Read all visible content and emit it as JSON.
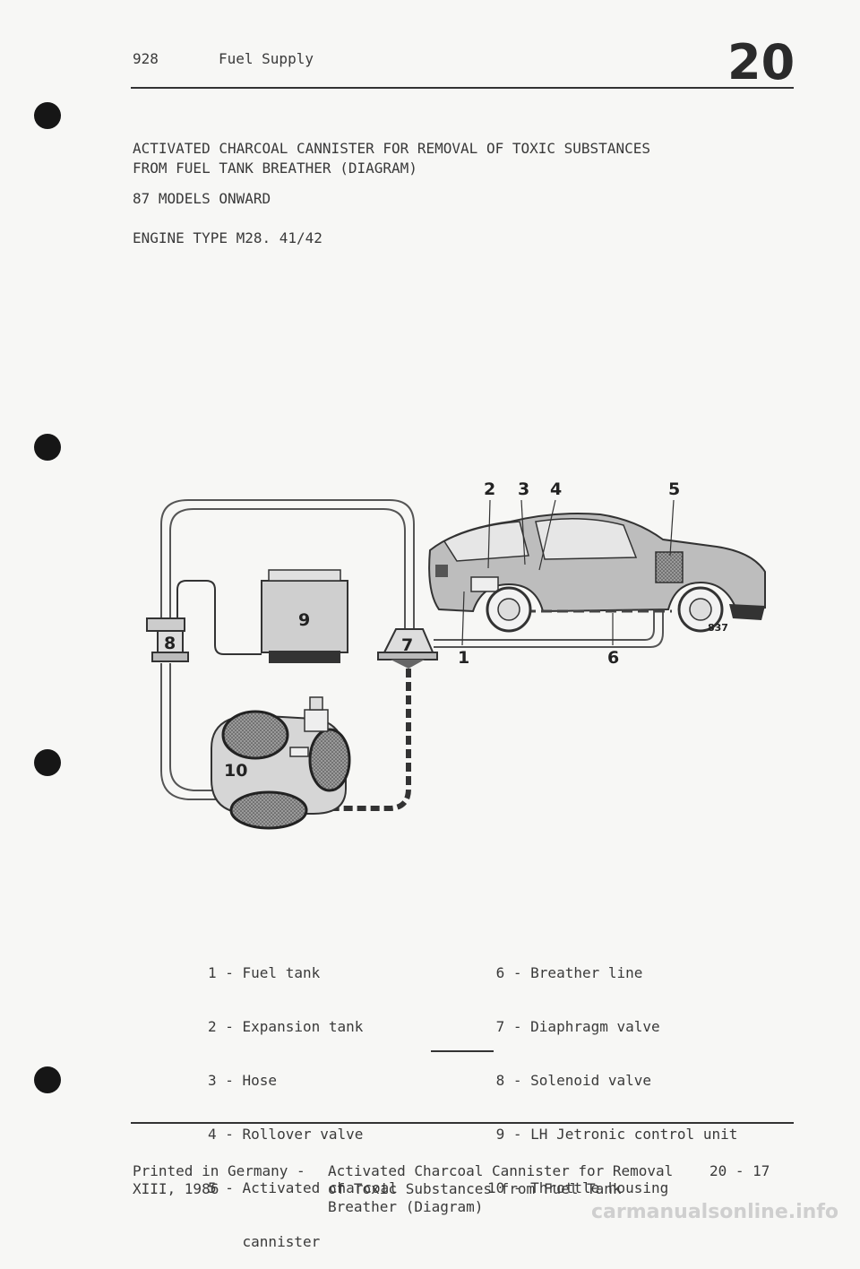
{
  "header": {
    "model": "928",
    "section": "Fuel Supply",
    "chapter": "20"
  },
  "title": {
    "line1": "ACTIVATED CHARCOAL CANNISTER FOR REMOVAL OF TOXIC SUBSTANCES",
    "line2": "FROM FUEL TANK BREATHER (DIAGRAM)"
  },
  "models": "87 MODELS ONWARD",
  "engine": "ENGINE TYPE M28. 41/42",
  "diagram": {
    "callouts": [
      "1",
      "2",
      "3",
      "4",
      "5",
      "6",
      "7",
      "8",
      "9",
      "10"
    ],
    "figure_number": "837"
  },
  "legend": {
    "left": [
      "1 - Fuel tank",
      "2 - Expansion tank",
      "3 - Hose",
      "4 - Rollover valve",
      "5 - Activated charcoal",
      "    cannister"
    ],
    "right": [
      " 6 - Breather line",
      " 7 - Diaphragm valve",
      " 8 - Solenoid valve",
      " 9 - LH Jetronic control unit",
      "10 - Throttle housing"
    ]
  },
  "footer": {
    "printed": "Printed in Germany -",
    "edition": "XIII, 1986",
    "title_l1": "Activated Charcoal Cannister for Removal",
    "title_l2": "of Toxic Substances from Fuel Tank",
    "title_l3": "Breather (Diagram)",
    "page": "20 - 17"
  },
  "watermark": "carmanualsonline.info"
}
